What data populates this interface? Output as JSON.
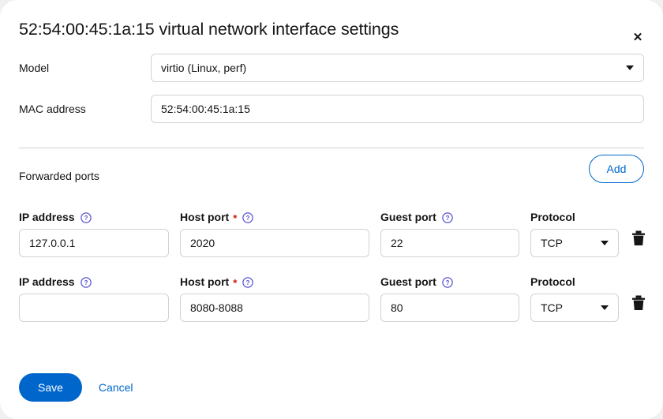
{
  "dialog": {
    "title": "52:54:00:45:1a:15 virtual network interface settings",
    "close_label": "✕",
    "close_icon": "close-icon"
  },
  "settings": {
    "model": {
      "label": "Model",
      "value": "virtio (Linux, perf)",
      "caret_icon": "chevron-down-icon"
    },
    "mac": {
      "label": "MAC address",
      "value": "52:54:00:45:1a:15",
      "placeholder": ""
    }
  },
  "forwarded_ports": {
    "title": "Forwarded ports",
    "add_label": "Add",
    "columns": {
      "ip": "IP address",
      "host": "Host port",
      "guest": "Guest port",
      "protocol": "Protocol"
    },
    "required_marker": "*",
    "help_icon": "help-circle-icon",
    "delete_icon": "trash-icon",
    "rows": [
      {
        "ip": "127.0.0.1",
        "ip_placeholder": "",
        "host": "2020",
        "host_placeholder": "",
        "guest": "22",
        "guest_placeholder": "",
        "protocol": "TCP"
      },
      {
        "ip": "",
        "ip_placeholder": "",
        "host": "8080-8088",
        "host_placeholder": "",
        "guest": "80",
        "guest_placeholder": "",
        "protocol": "TCP"
      }
    ]
  },
  "footer": {
    "save_label": "Save",
    "cancel_label": "Cancel"
  },
  "colors": {
    "primary": "#0066cc",
    "required": "#c9190b",
    "help": "#5752d1",
    "text": "#151515",
    "border": "#d2d2d2"
  }
}
